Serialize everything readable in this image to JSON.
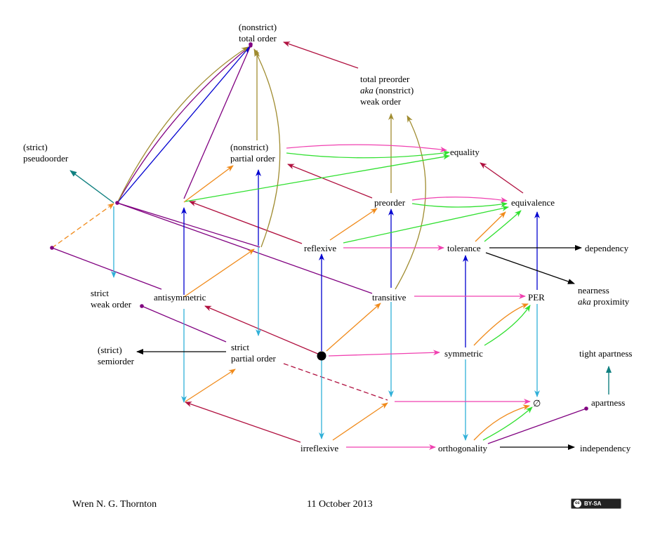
{
  "nodes": {
    "total_order": [
      "(nonstrict)",
      "total order"
    ],
    "total_preorder": [
      "total preorder",
      "aka (nonstrict)",
      "weak order"
    ],
    "strict_pseudoorder": [
      "(strict)",
      "pseudoorder"
    ],
    "partial_order": [
      "(nonstrict)",
      "partial order"
    ],
    "equality": "equality",
    "preorder": "preorder",
    "equivalence": "equivalence",
    "reflexive": "reflexive",
    "tolerance": "tolerance",
    "dependency": "dependency",
    "strict_weak_order": [
      "strict",
      "weak order"
    ],
    "antisymmetric": "antisymmetric",
    "transitive": "transitive",
    "per": "PER",
    "nearness": [
      "nearness",
      "aka proximity"
    ],
    "strict_semiorder": [
      "(strict)",
      "semiorder"
    ],
    "strict_partial_order": [
      "strict",
      "partial order"
    ],
    "symmetric": "symmetric",
    "tight_apartness": "tight apartness",
    "empty": "∅",
    "apartness": "apartness",
    "irreflexive": "irreflexive",
    "orthogonality": "orthogonality",
    "independency": "independency"
  },
  "footer": {
    "author": "Wren N. G. Thornton",
    "date": "11 October 2013",
    "license": "BY-SA"
  },
  "colors": {
    "crimson": "#b0103f",
    "purple": "#800080",
    "blue": "#0000d0",
    "olive": "#a08c30",
    "orange": "#f08a1a",
    "green": "#30e030",
    "pink": "#f040b0",
    "cyan": "#30b0d8",
    "teal": "#108080",
    "black": "#000000"
  }
}
